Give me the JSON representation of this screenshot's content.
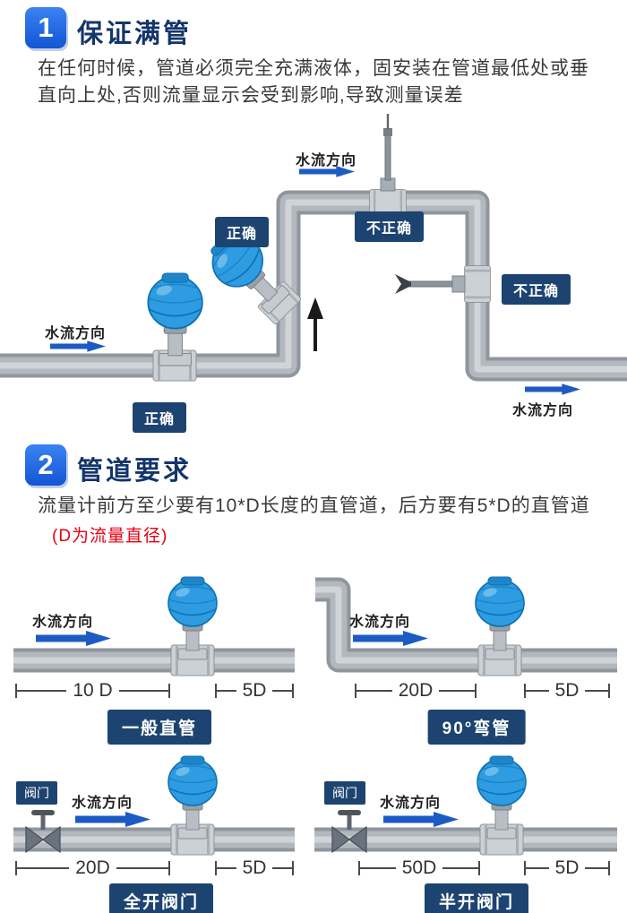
{
  "colors": {
    "number_badge_blue": "#1a64e0",
    "title_navy": "#14356b",
    "label_badge_navy": "#1d4470",
    "flow_arrow_blue": "#1d5bc4",
    "note_red": "#e60012",
    "pipe_gray": "#8f969d",
    "meter_blue": "#2d9ce1"
  },
  "section1": {
    "number": "1",
    "title": "保证满管",
    "body": "在任何时候，管道必须完全充满液体，固安装在管道最低处或垂\n直向上处,否则流量显示会受到影响,导致测量误差",
    "flow_direction": "水流方向",
    "correct": "正确",
    "incorrect": "不正确"
  },
  "section2": {
    "number": "2",
    "title": "管道要求",
    "body": "流量计前方至少要有10*D长度的直管道，后方要有5*D的直管道",
    "note": "(D为流量直径)",
    "flow_direction": "水流方向",
    "valve_label": "阀门",
    "diagrams": [
      {
        "name": "一般直管",
        "front": "10 D",
        "back": "5D"
      },
      {
        "name": "90°弯管",
        "front": "20D",
        "back": "5D"
      },
      {
        "name": "全开阀门",
        "front": "20D",
        "back": "5D"
      },
      {
        "name": "半开阀门",
        "front": "50D",
        "back": "5D"
      }
    ]
  }
}
